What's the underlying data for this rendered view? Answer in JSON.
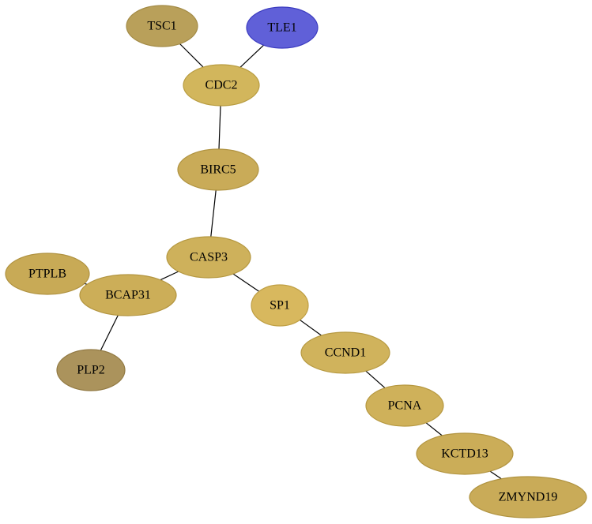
{
  "graph": {
    "nodes": [
      {
        "id": "TSC1",
        "label": "TSC1",
        "fill": "#b9a05a",
        "stroke": "#a38b46"
      },
      {
        "id": "TLE1",
        "label": "TLE1",
        "fill": "#6060d8",
        "stroke": "#3c3cc0"
      },
      {
        "id": "CDC2",
        "label": "CDC2",
        "fill": "#d2b65c",
        "stroke": "#b89c40"
      },
      {
        "id": "BIRC5",
        "label": "BIRC5",
        "fill": "#c9ab58",
        "stroke": "#b09340"
      },
      {
        "id": "CASP3",
        "label": "CASP3",
        "fill": "#ceb15b",
        "stroke": "#b59840"
      },
      {
        "id": "PTPLB",
        "label": "PTPLB",
        "fill": "#c8aa56",
        "stroke": "#b09240"
      },
      {
        "id": "BCAP31",
        "label": "BCAP31",
        "fill": "#ccae58",
        "stroke": "#b39540"
      },
      {
        "id": "SP1",
        "label": "SP1",
        "fill": "#d8b85e",
        "stroke": "#bf9f44"
      },
      {
        "id": "PLP2",
        "label": "PLP2",
        "fill": "#ab935c",
        "stroke": "#927a44"
      },
      {
        "id": "CCND1",
        "label": "CCND1",
        "fill": "#d0b35c",
        "stroke": "#b79a42"
      },
      {
        "id": "PCNA",
        "label": "PCNA",
        "fill": "#cfb15a",
        "stroke": "#b69840"
      },
      {
        "id": "KCTD13",
        "label": "KCTD13",
        "fill": "#cbad58",
        "stroke": "#b29440"
      },
      {
        "id": "ZMYND19",
        "label": "ZMYND19",
        "fill": "#c9ab58",
        "stroke": "#b09340"
      }
    ],
    "edges": [
      {
        "source": "TSC1",
        "target": "CDC2"
      },
      {
        "source": "TLE1",
        "target": "CDC2"
      },
      {
        "source": "CDC2",
        "target": "BIRC5"
      },
      {
        "source": "BIRC5",
        "target": "CASP3"
      },
      {
        "source": "CASP3",
        "target": "BCAP31"
      },
      {
        "source": "PTPLB",
        "target": "BCAP31"
      },
      {
        "source": "BCAP31",
        "target": "PLP2"
      },
      {
        "source": "CASP3",
        "target": "SP1"
      },
      {
        "source": "SP1",
        "target": "CCND1"
      },
      {
        "source": "CCND1",
        "target": "PCNA"
      },
      {
        "source": "PCNA",
        "target": "KCTD13"
      },
      {
        "source": "KCTD13",
        "target": "ZMYND19"
      }
    ]
  }
}
